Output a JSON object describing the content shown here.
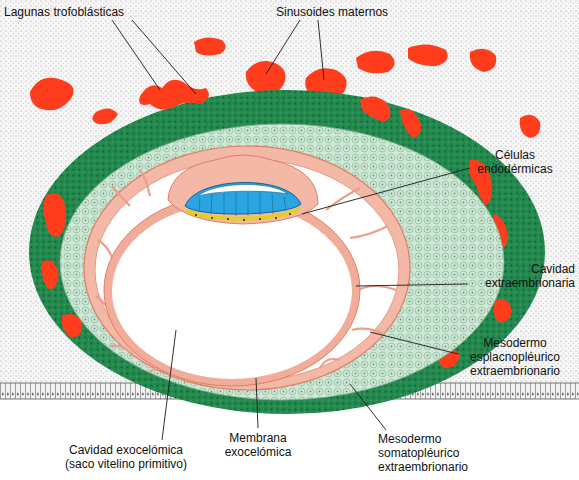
{
  "diagram": {
    "labels": [
      "Lagunas trofoblásticas",
      "Sinusoides maternos",
      "Células endodérmicas",
      "Cavidad extraembrionaria",
      "Mesodermo esplacnopléurico extraembrionario",
      "Mesodermo somatopléurico extraembrionario",
      "Membrana exocelómica",
      "Cavidad exocelómica (saco vitelino primitivo)"
    ]
  }
}
